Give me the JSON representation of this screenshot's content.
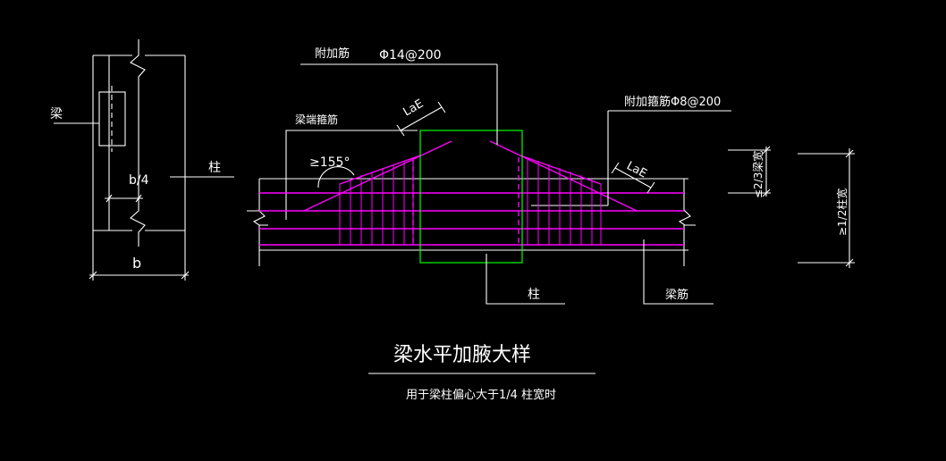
{
  "left_section": {
    "beam_label": "梁",
    "column_label": "柱",
    "quarter_dim": "b/4",
    "width_dim": "b"
  },
  "main_detail": {
    "added_bar_label": "附加筋",
    "added_bar_spec": "Φ14@200",
    "beam_end_stirrup": "梁端箍筋",
    "angle_label": "≥155°",
    "lae_label": "LaE",
    "added_stirrup_label": "附加箍筋Φ8@200",
    "column_label": "柱",
    "beam_bar_label": "梁筋"
  },
  "dimensions": {
    "beam_height_ratio": "≤2/3梁宽",
    "column_width_ratio": "≥1/2柱宽"
  },
  "title": {
    "main": "梁水平加腋大样",
    "sub": "用于梁柱偏心大于1/4 柱宽时"
  },
  "colors": {
    "background": "#000000",
    "line": "#ffffff",
    "rebar": "#ff00ff",
    "column": "#00ff00"
  }
}
